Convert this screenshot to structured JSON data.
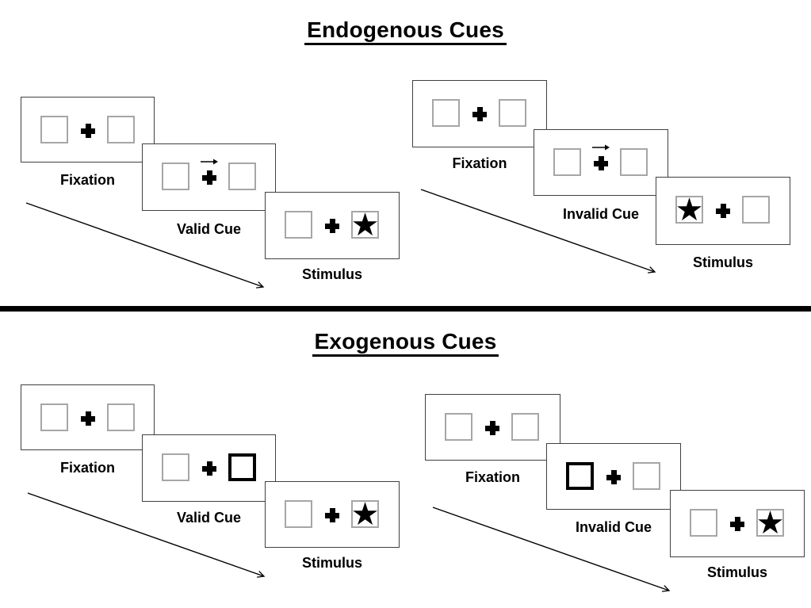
{
  "figure": {
    "type": "posner-cueing-paradigm-diagram",
    "sections": [
      {
        "title": "Endogenous Cues",
        "panels": [
          {
            "id": "endogenous-valid",
            "cue_type": "central-arrow-pointing-right",
            "stimulus_side": "right",
            "cards": [
              {
                "label": "Fixation"
              },
              {
                "label": "Valid Cue"
              },
              {
                "label": "Stimulus"
              }
            ]
          },
          {
            "id": "endogenous-invalid",
            "cue_type": "central-arrow-pointing-right",
            "stimulus_side": "left",
            "cards": [
              {
                "label": "Fixation"
              },
              {
                "label": "Invalid Cue"
              },
              {
                "label": "Stimulus"
              }
            ]
          }
        ]
      },
      {
        "title": "Exogenous Cues",
        "panels": [
          {
            "id": "exogenous-valid",
            "cue_type": "peripheral-highlighted-box-right",
            "stimulus_side": "right",
            "cards": [
              {
                "label": "Fixation"
              },
              {
                "label": "Valid Cue"
              },
              {
                "label": "Stimulus"
              }
            ]
          },
          {
            "id": "exogenous-invalid",
            "cue_type": "peripheral-highlighted-box-left",
            "stimulus_side": "right",
            "cards": [
              {
                "label": "Fixation"
              },
              {
                "label": "Invalid Cue"
              },
              {
                "label": "Stimulus"
              }
            ]
          }
        ]
      }
    ],
    "icons": {
      "star": "★",
      "fixation_cross": "+",
      "cue_arrow_direction": "right"
    },
    "colors": {
      "background": "#ffffff",
      "card_border": "#404040",
      "box_border": "#a6a6a6",
      "cue_box_border": "#000000",
      "text": "#000000",
      "divider": "#000000"
    }
  }
}
